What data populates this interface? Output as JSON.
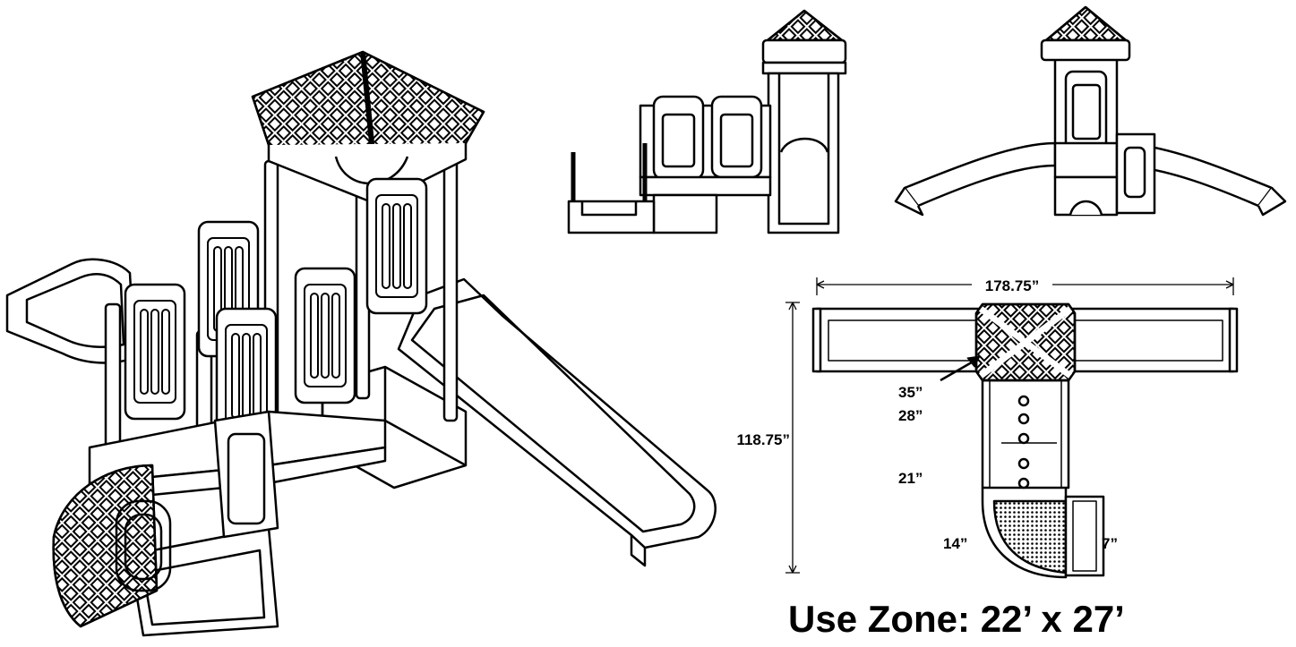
{
  "dimensions": {
    "overall_width": "178.75”",
    "overall_depth": "118.75”",
    "deck_35": "35”",
    "deck_28": "28”",
    "deck_21": "21”",
    "deck_14": "14”",
    "deck_7": "7”"
  },
  "use_zone": "Use Zone: 22’ x 27’",
  "colors": {
    "line": "#000000",
    "background": "#ffffff"
  }
}
